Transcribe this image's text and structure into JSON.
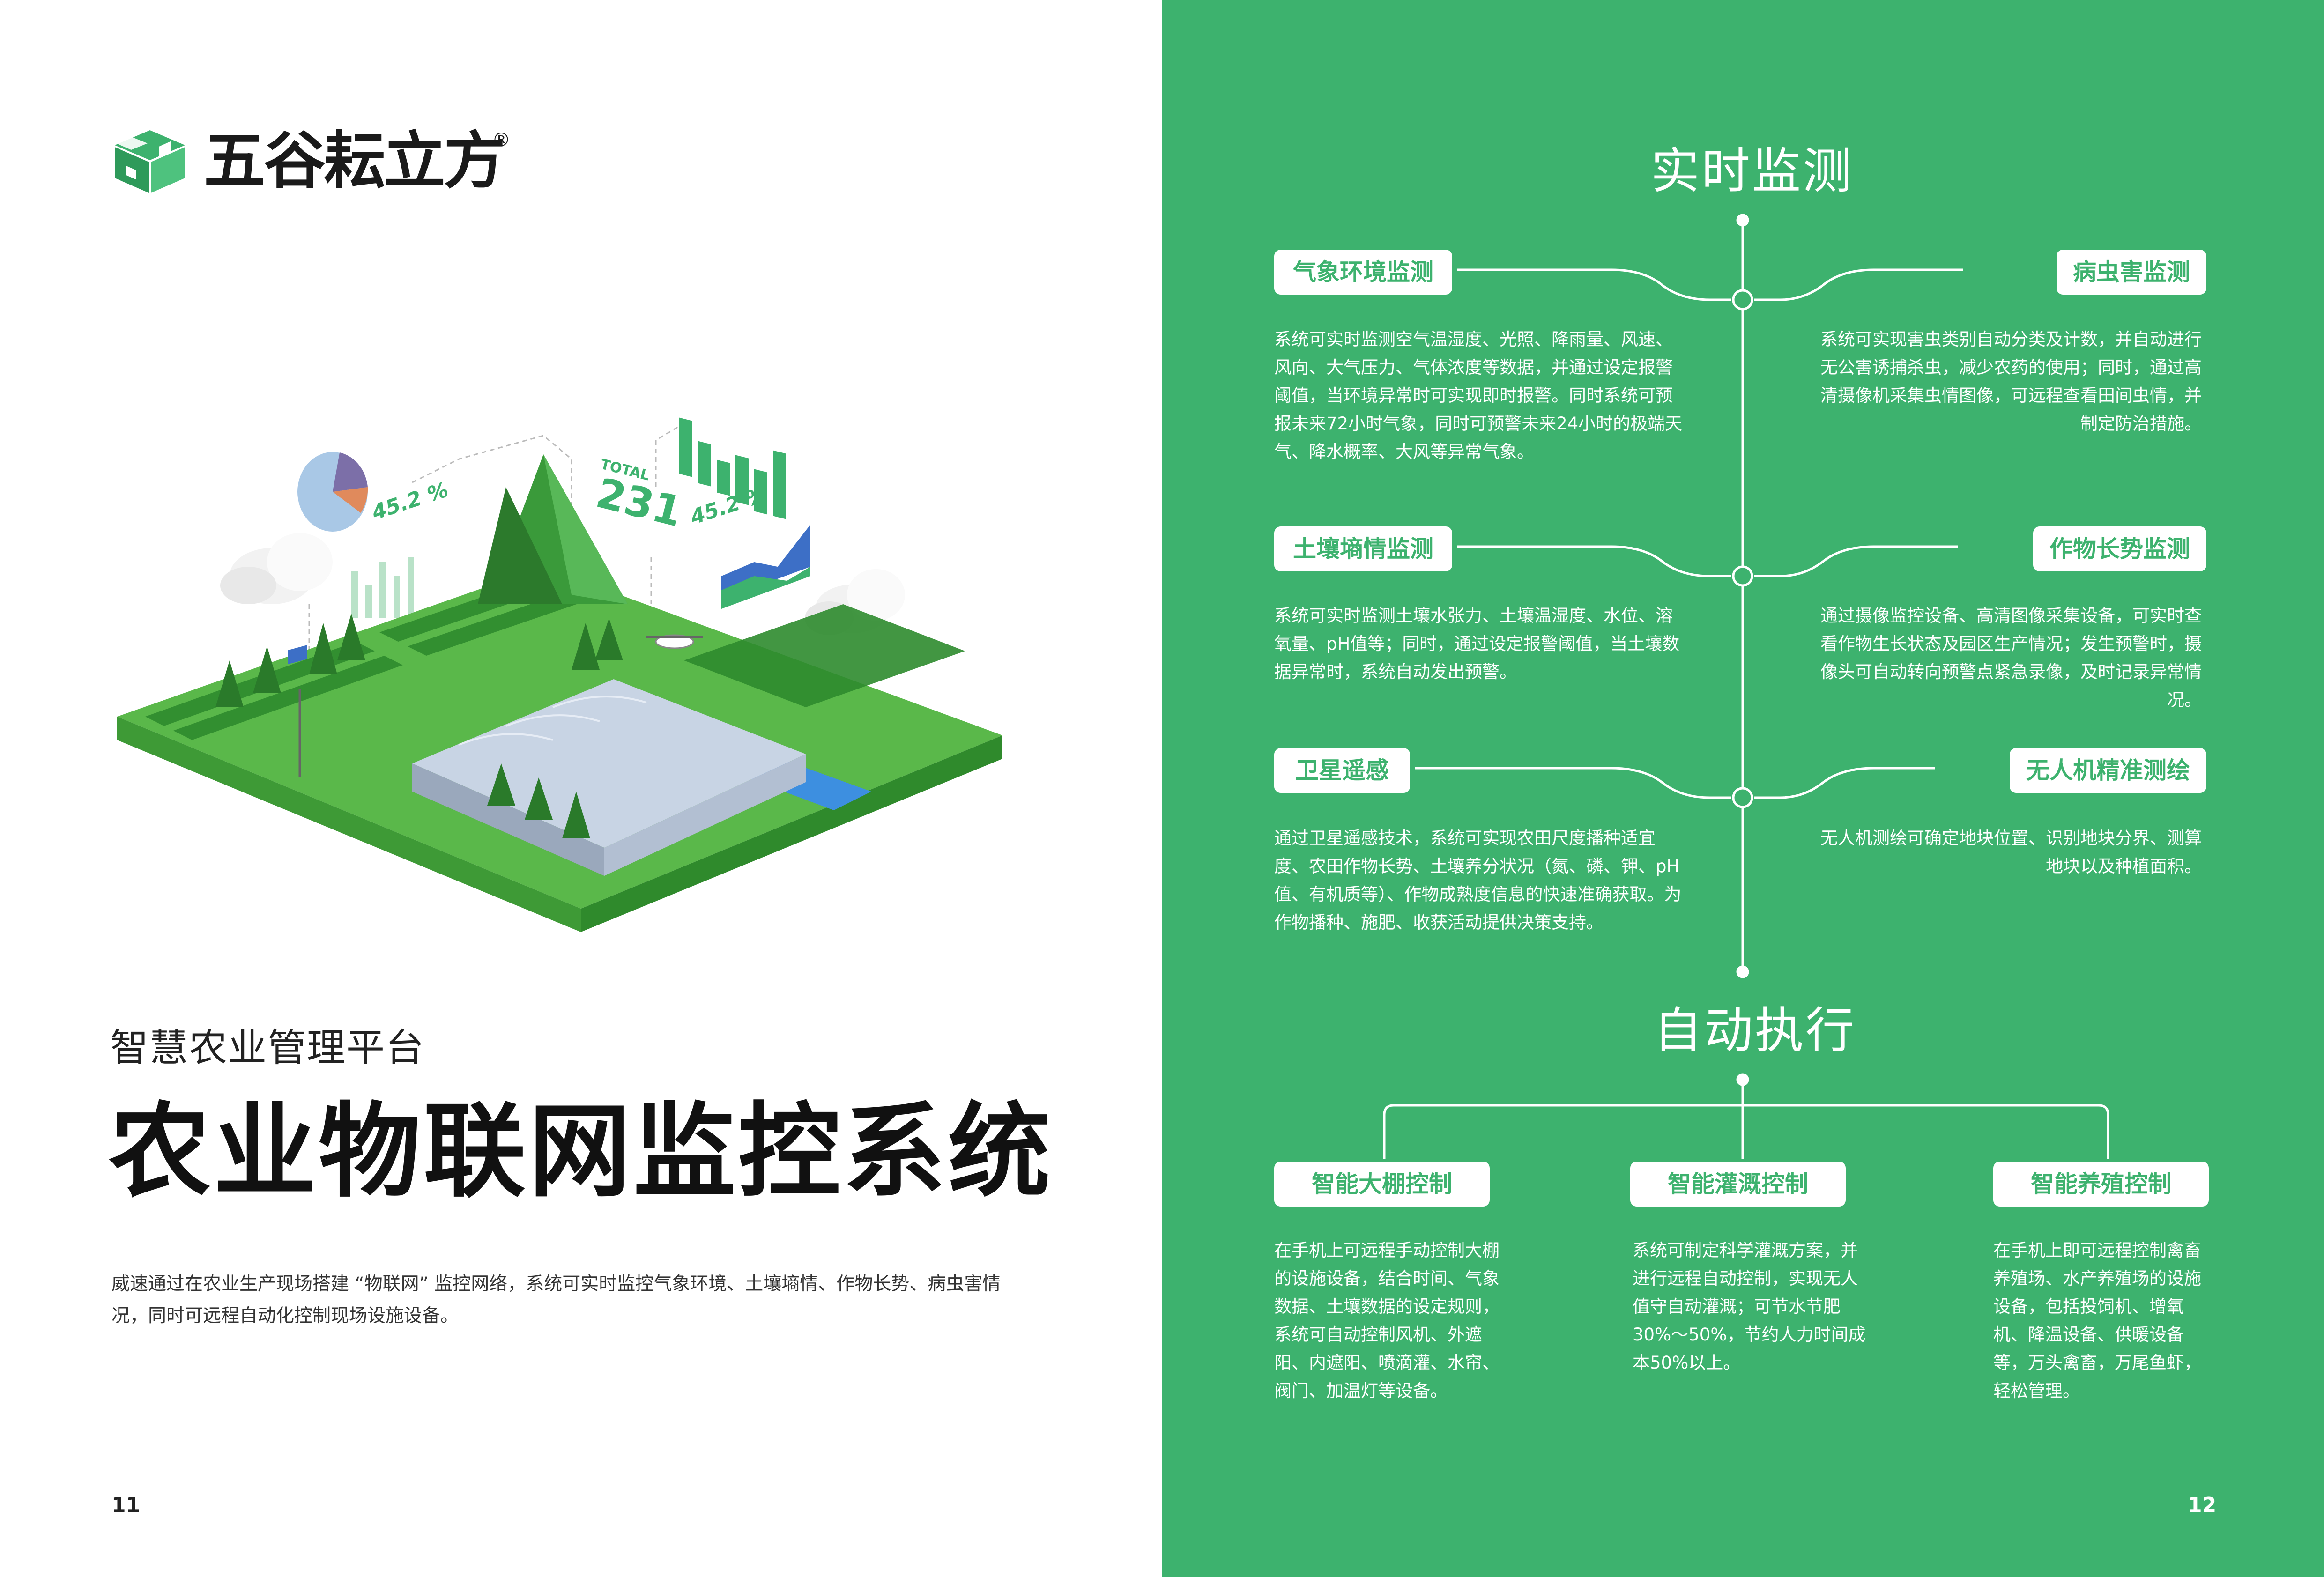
{
  "brand": {
    "name": "五谷耘立方",
    "registered": "®",
    "colors": {
      "green": "#3db26e",
      "dark": "#1a1a1a"
    }
  },
  "left_page": {
    "illustration": {
      "total_label": "TOTAL",
      "total_value": "231",
      "percent_a": "45.2 %",
      "percent_b": "45.2 %"
    },
    "subtitle": "智慧农业管理平台",
    "title": "农业物联网监控系统",
    "intro": "威速通过在农业生产现场搭建 “物联网” 监控网络，系统可实时监控气象环境、土壤墒情、作物长势、病虫害情况，同时可远程自动化控制现场设施设备。",
    "page_number": "11"
  },
  "right_page": {
    "page_number": "12",
    "monitor": {
      "title": "实时监测",
      "items": [
        {
          "label": "气象环境监测",
          "text": "系统可实时监测空气温湿度、光照、降雨量、风速、风向、大气压力、气体浓度等数据，并通过设定报警阈值，当环境异常时可实现即时报警。同时系统可预报未来72小时气象，同时可预警未来24小时的极端天气、降水概率、大风等异常气象。"
        },
        {
          "label": "病虫害监测",
          "text": "系统可实现害虫类别自动分类及计数，并自动进行无公害诱捕杀虫，减少农药的使用；同时，通过高清摄像机采集虫情图像，可远程查看田间虫情，并制定防治措施。"
        },
        {
          "label": "土壤墒情监测",
          "text": "系统可实时监测土壤水张力、土壤温湿度、水位、溶氧量、pH值等；同时，通过设定报警阈值，当土壤数据异常时，系统自动发出预警。"
        },
        {
          "label": "作物长势监测",
          "text": "通过摄像监控设备、高清图像采集设备，可实时查看作物生长状态及园区生产情况；发生预警时，摄像头可自动转向预警点紧急录像，及时记录异常情况。"
        },
        {
          "label": "卫星遥感",
          "text": "通过卫星遥感技术，系统可实现农田尺度播种适宜度、农田作物长势、土壤养分状况（氮、磷、钾、pH值、有机质等）、作物成熟度信息的快速准确获取。为作物播种、施肥、收获活动提供决策支持。"
        },
        {
          "label": "无人机精准测绘",
          "text": "无人机测绘可确定地块位置、识别地块分界、测算地块以及种植面积。"
        }
      ]
    },
    "execute": {
      "title": "自动执行",
      "items": [
        {
          "label": "智能大棚控制",
          "text": "在手机上可远程手动控制大棚的设施设备，结合时间、气象数据、土壤数据的设定规则，系统可自动控制风机、外遮阳、内遮阳、喷滴灌、水帘、阀门、加温灯等设备。"
        },
        {
          "label": "智能灌溉控制",
          "text": "系统可制定科学灌溉方案，并进行远程自动控制，实现无人值守自动灌溉；可节水节肥30%～50%，节约人力时间成本50%以上。"
        },
        {
          "label": "智能养殖控制",
          "text": "在手机上即可远程控制禽畜养殖场、水产养殖场的设施设备，包括投饲机、增氧机、降温设备、供暖设备等，万头禽畜，万尾鱼虾，轻松管理。"
        }
      ]
    }
  }
}
